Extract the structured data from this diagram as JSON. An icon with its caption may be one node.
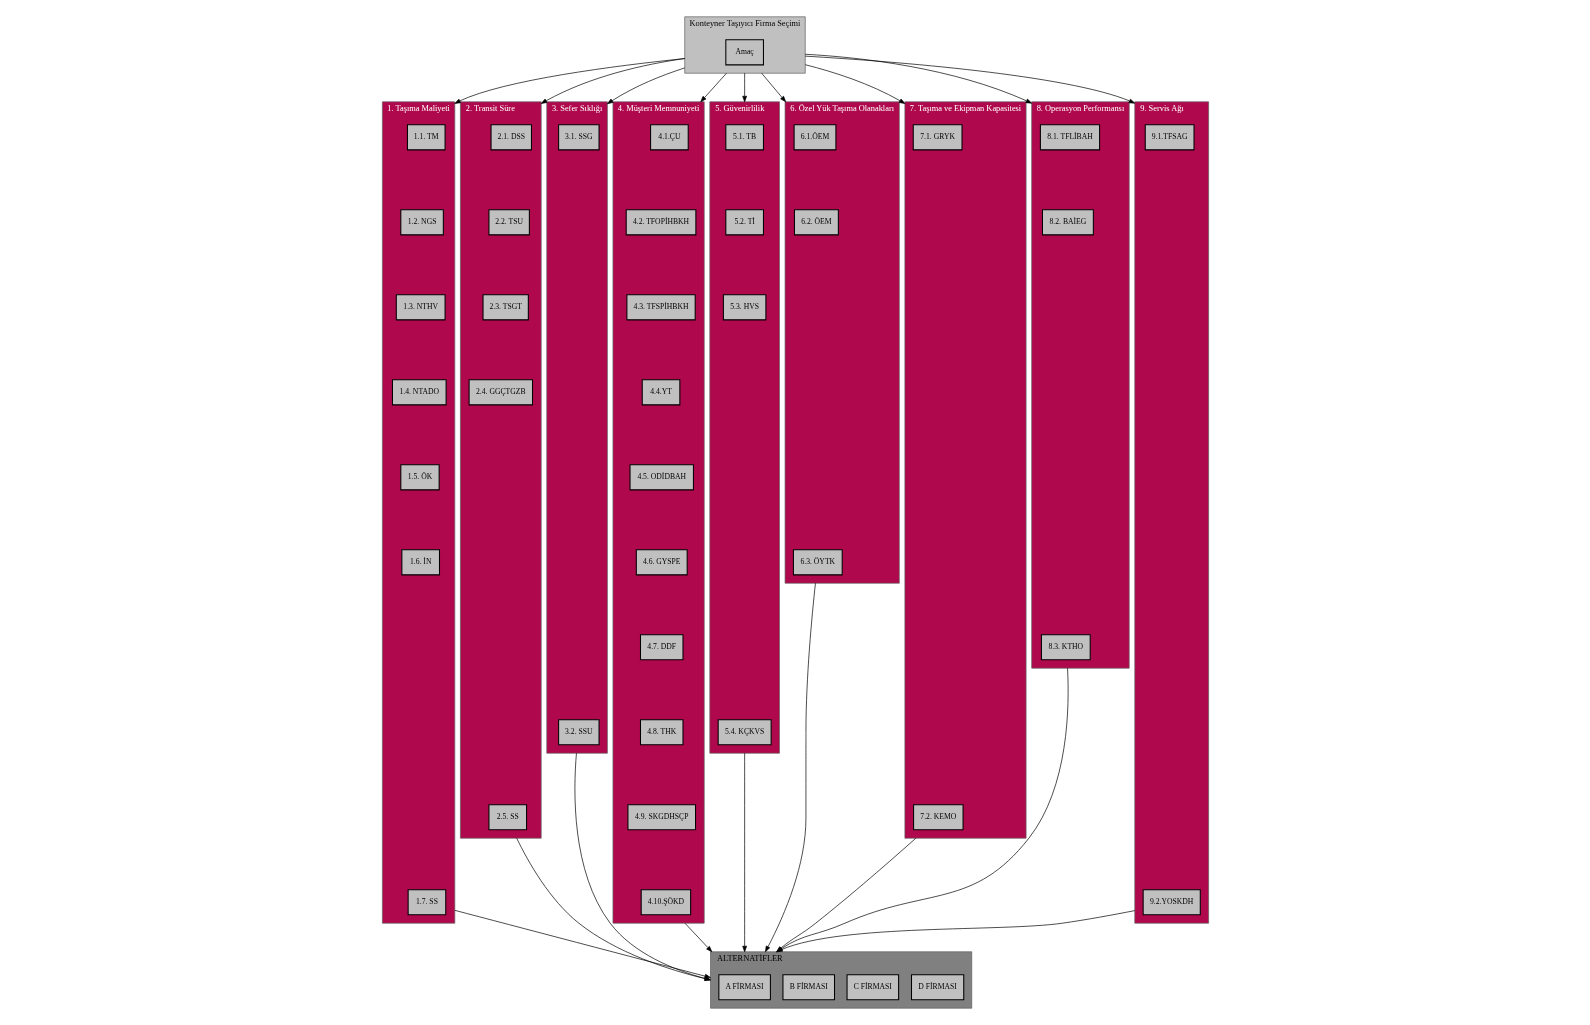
{
  "diagram": {
    "nodes": [
      {
        "text": [
          "Konteyner Taşıyıcı Firma Seçimi"
        ]
      },
      {
        "text": [
          "Amaç"
        ],
        "in": 0
      },
      {
        "text": [
          "1. Taşıma Maliyeti"
        ]
      },
      {
        "text": [
          "1.1. TM"
        ],
        "in": 2
      },
      {
        "text": [
          "1.2. NGS"
        ],
        "in": 2
      },
      {
        "text": [
          "1.3. NTHV"
        ],
        "in": 2
      },
      {
        "text": [
          "1.4. NTADO"
        ],
        "in": 2
      },
      {
        "text": [
          "1.5. ÖK"
        ],
        "in": 2
      },
      {
        "text": [
          "1.6. İN"
        ],
        "in": 2
      },
      {
        "text": [
          "1.7. SS"
        ],
        "in": 2
      },
      {
        "text": [
          "2. Transit Süre"
        ]
      },
      {
        "text": [
          "2.1. DSS"
        ],
        "in": 10
      },
      {
        "text": [
          "2.2. TSU"
        ],
        "in": 10
      },
      {
        "text": [
          "2.3. TSGT"
        ],
        "in": 10
      },
      {
        "text": [
          "2.4. GGÇTGZB"
        ],
        "in": 10
      },
      {
        "text": [
          "2.5. SS"
        ],
        "in": 10
      },
      {
        "text": [
          "3. Sefer Sıklığı"
        ]
      },
      {
        "text": [
          "3.1. SSG"
        ],
        "in": 16
      },
      {
        "text": [
          "3.2. SSU"
        ],
        "in": 16
      },
      {
        "text": [
          "4. Müşteri Memnuniyeti"
        ]
      },
      {
        "text": [
          "4.1.ÇU"
        ],
        "in": 19
      },
      {
        "text": [
          "4.2. TFOPİHBKH"
        ],
        "in": 19
      },
      {
        "text": [
          "4.3. TFSPİHBKH"
        ],
        "in": 19
      },
      {
        "text": [
          "4.4.YT"
        ],
        "in": 19
      },
      {
        "text": [
          "4.5. ODİDBAH"
        ],
        "in": 19
      },
      {
        "text": [
          "4.6. GYSPE"
        ],
        "in": 19
      },
      {
        "text": [
          "4.7. DDF"
        ],
        "in": 19
      },
      {
        "text": [
          "4.8. THK"
        ],
        "in": 19
      },
      {
        "text": [
          "4.9. SKGDHSÇP"
        ],
        "in": 19
      },
      {
        "text": [
          "4.10.ŞÖKD"
        ],
        "in": 19
      },
      {
        "text": [
          "5. Güvenirlilik"
        ]
      },
      {
        "text": [
          "5.1. TB"
        ],
        "in": 30
      },
      {
        "text": [
          "5.2. Tİ"
        ],
        "in": 30
      },
      {
        "text": [
          "5.3. HVS"
        ],
        "in": 30
      },
      {
        "text": [
          "5.4. KÇKVS"
        ],
        "in": 30
      },
      {
        "text": [
          "6. Özel Yük Taşıma Olanakları"
        ]
      },
      {
        "text": [
          "6.1.ÖEM"
        ],
        "in": 35
      },
      {
        "text": [
          "6.2. ÖEM"
        ],
        "in": 35
      },
      {
        "text": [
          "6.3. ÖYTK"
        ],
        "in": 35
      },
      {
        "text": [
          "7. Taşıma ve Ekipman Kapasitesi"
        ]
      },
      {
        "text": [
          "7.1. GRYK"
        ],
        "in": 39
      },
      {
        "text": [
          "7.2. KEMO"
        ],
        "in": 39
      },
      {
        "text": [
          "8. Operasyon Performansı"
        ]
      },
      {
        "text": [
          "8.1. TFLİBAH"
        ],
        "in": 42
      },
      {
        "text": [
          "8.2. BAİEG"
        ],
        "in": 42
      },
      {
        "text": [
          "8.3. KTHO"
        ],
        "in": 42
      },
      {
        "text": [
          "9. Servis Ağı"
        ]
      },
      {
        "text": [
          "9.1.TFSAG"
        ],
        "in": 46
      },
      {
        "text": [
          "9.2.YOSKDH"
        ],
        "in": 46
      },
      {
        "text": [
          "ALTERNATİFLER"
        ]
      },
      {
        "text": [
          "A FİRMASI"
        ],
        "in": 49
      },
      {
        "text": [
          "B FİRMASI"
        ],
        "in": 49
      },
      {
        "text": [
          "C FİRMASI"
        ],
        "in": 49
      },
      {
        "text": [
          "D FİRMASI"
        ],
        "in": 49
      }
    ],
    "edges": [
      {
        "from": 0,
        "to": 2,
        "arrow": "to"
      },
      {
        "from": 0,
        "to": 10,
        "arrow": "to"
      },
      {
        "from": 0,
        "to": 16,
        "arrow": "to"
      },
      {
        "from": 0,
        "to": 19,
        "arrow": "to"
      },
      {
        "from": 0,
        "to": 30,
        "arrow": "to"
      },
      {
        "from": 0,
        "to": 35,
        "arrow": "to"
      },
      {
        "from": 0,
        "to": 39,
        "arrow": "to"
      },
      {
        "from": 0,
        "to": 42,
        "arrow": "to"
      },
      {
        "from": 0,
        "to": 46,
        "arrow": "to"
      },
      {
        "from": 2,
        "to": 49,
        "arrow": "to"
      },
      {
        "from": 10,
        "to": 49,
        "arrow": "to"
      },
      {
        "from": 16,
        "to": 49,
        "arrow": "to"
      },
      {
        "from": 19,
        "to": 49,
        "arrow": "to"
      },
      {
        "from": 30,
        "to": 49,
        "arrow": "to"
      },
      {
        "from": 35,
        "to": 49,
        "arrow": "to"
      },
      {
        "from": 39,
        "to": 49,
        "arrow": "to"
      },
      {
        "from": 42,
        "to": 49,
        "arrow": "to"
      },
      {
        "from": 46,
        "to": 49,
        "arrow": "to"
      }
    ]
  }
}
